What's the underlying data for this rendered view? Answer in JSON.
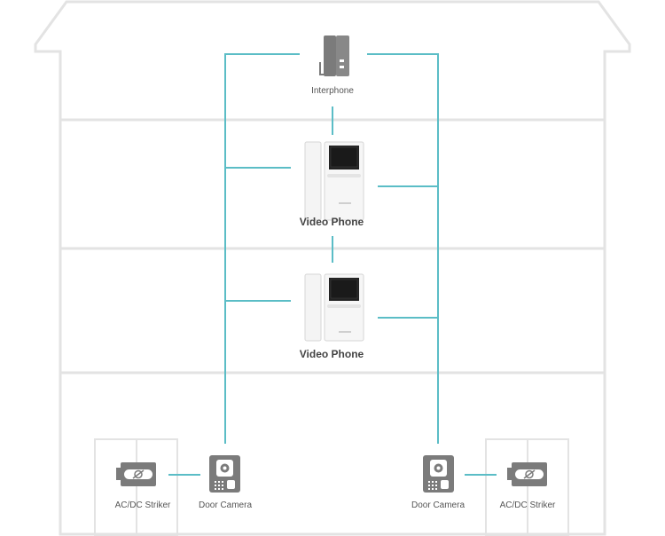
{
  "diagram": {
    "colors": {
      "house_outline": "#e3e3e3",
      "connection": "#5bbdc6",
      "device_body": "#f4f4f4",
      "device_edge": "#d6d6d6",
      "device_dark": "#7b7b7b",
      "screen": "#222222"
    },
    "nodes": {
      "interphone": {
        "label": "Interphone",
        "icon": "interphone-icon"
      },
      "video_phone_1": {
        "label": "Video Phone",
        "icon": "video-phone-icon"
      },
      "video_phone_2": {
        "label": "Video Phone",
        "icon": "video-phone-icon"
      },
      "door_camera_left": {
        "label": "Door Camera",
        "icon": "door-camera-icon"
      },
      "door_camera_right": {
        "label": "Door Camera",
        "icon": "door-camera-icon"
      },
      "striker_left": {
        "label": "AC/DC Striker",
        "icon": "striker-icon"
      },
      "striker_right": {
        "label": "AC/DC Striker",
        "icon": "striker-icon"
      }
    },
    "edges": [
      {
        "from": "interphone",
        "to": "video_phone_1"
      },
      {
        "from": "video_phone_1",
        "to": "video_phone_2"
      },
      {
        "from": "interphone",
        "to": "door_camera_left"
      },
      {
        "from": "interphone",
        "to": "door_camera_right"
      },
      {
        "from": "video_phone_1",
        "to": "door_camera_left"
      },
      {
        "from": "video_phone_1",
        "to": "door_camera_right"
      },
      {
        "from": "video_phone_2",
        "to": "door_camera_left"
      },
      {
        "from": "video_phone_2",
        "to": "door_camera_right"
      },
      {
        "from": "door_camera_left",
        "to": "striker_left"
      },
      {
        "from": "door_camera_right",
        "to": "striker_right"
      }
    ]
  }
}
